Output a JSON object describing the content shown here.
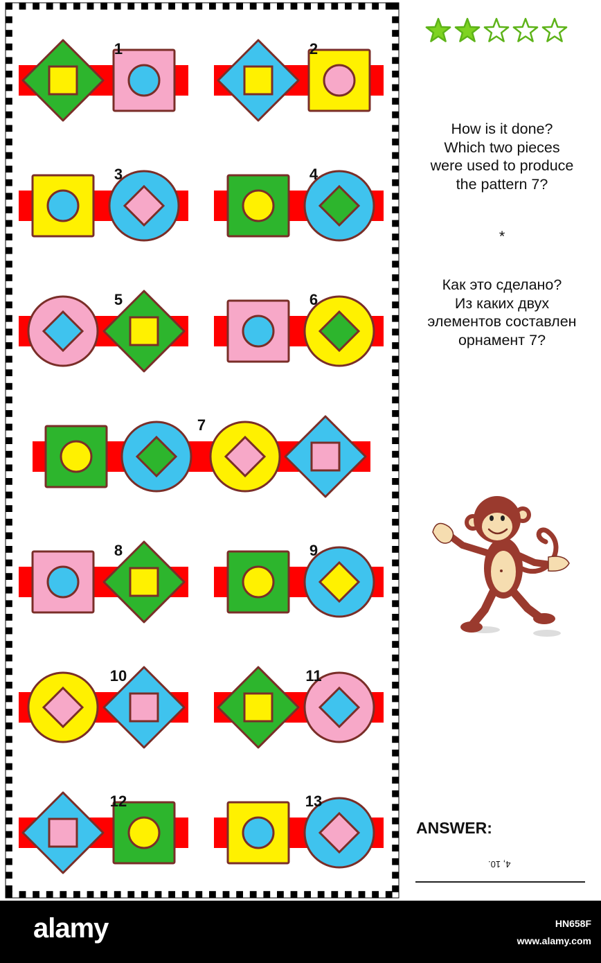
{
  "rating": {
    "filled": 2,
    "total": 5,
    "fill_color": "#7ED321",
    "stroke_color": "#5DB318"
  },
  "question_en": [
    "How is it done?",
    "Which two pieces",
    "were used to produce",
    "the pattern 7?"
  ],
  "separator": "*",
  "question_ru": [
    "Как это сделано?",
    "Из каких двух",
    "элементов составлен",
    "орнамент 7?"
  ],
  "answer_label": "ANSWER:",
  "answer_upside_down": "4, 10.",
  "colors": {
    "band": "#FF0000",
    "outline": "#7A2E28",
    "green": "#2DB52D",
    "yellow": "#FFF100",
    "pink": "#F7A8C8",
    "blue": "#3FC3EE"
  },
  "pieces": [
    {
      "id": "1",
      "shapes": [
        {
          "type": "diamond",
          "color": "green",
          "inner": "yellow"
        },
        {
          "type": "square",
          "color": "pink",
          "inner": "blue"
        }
      ]
    },
    {
      "id": "2",
      "shapes": [
        {
          "type": "diamond",
          "color": "blue",
          "inner": "yellow"
        },
        {
          "type": "square",
          "color": "yellow",
          "inner": "pink"
        }
      ]
    },
    {
      "id": "3",
      "shapes": [
        {
          "type": "square",
          "color": "yellow",
          "inner": "blue"
        },
        {
          "type": "circle",
          "color": "blue",
          "inner": "pink"
        }
      ]
    },
    {
      "id": "4",
      "shapes": [
        {
          "type": "square",
          "color": "green",
          "inner": "yellow"
        },
        {
          "type": "circle",
          "color": "blue",
          "inner": "green"
        }
      ]
    },
    {
      "id": "5",
      "shapes": [
        {
          "type": "circle",
          "color": "pink",
          "inner": "blue"
        },
        {
          "type": "diamond",
          "color": "green",
          "inner": "yellow"
        }
      ]
    },
    {
      "id": "6",
      "shapes": [
        {
          "type": "square",
          "color": "pink",
          "inner": "blue"
        },
        {
          "type": "circle",
          "color": "yellow",
          "inner": "green"
        }
      ]
    },
    {
      "id": "7",
      "shapes": [
        {
          "type": "square",
          "color": "green",
          "inner": "yellow"
        },
        {
          "type": "circle",
          "color": "blue",
          "inner": "green"
        },
        {
          "type": "circle",
          "color": "yellow",
          "inner": "pink"
        },
        {
          "type": "diamond",
          "color": "blue",
          "inner": "pink"
        }
      ]
    },
    {
      "id": "8",
      "shapes": [
        {
          "type": "square",
          "color": "pink",
          "inner": "blue"
        },
        {
          "type": "diamond",
          "color": "green",
          "inner": "yellow"
        }
      ]
    },
    {
      "id": "9",
      "shapes": [
        {
          "type": "square",
          "color": "green",
          "inner": "yellow"
        },
        {
          "type": "circle",
          "color": "blue",
          "inner": "yellow"
        }
      ]
    },
    {
      "id": "10",
      "shapes": [
        {
          "type": "circle",
          "color": "yellow",
          "inner": "pink"
        },
        {
          "type": "diamond",
          "color": "blue",
          "inner": "pink"
        }
      ]
    },
    {
      "id": "11",
      "shapes": [
        {
          "type": "diamond",
          "color": "green",
          "inner": "yellow"
        },
        {
          "type": "circle",
          "color": "pink",
          "inner": "blue"
        }
      ]
    },
    {
      "id": "12",
      "shapes": [
        {
          "type": "diamond",
          "color": "blue",
          "inner": "pink"
        },
        {
          "type": "square",
          "color": "green",
          "inner": "yellow"
        }
      ]
    },
    {
      "id": "13",
      "shapes": [
        {
          "type": "square",
          "color": "yellow",
          "inner": "blue"
        },
        {
          "type": "circle",
          "color": "blue",
          "inner": "pink"
        }
      ]
    }
  ],
  "watermark": {
    "brand": "alamy",
    "image_code": "HN658F",
    "url": "www.alamy.com"
  }
}
